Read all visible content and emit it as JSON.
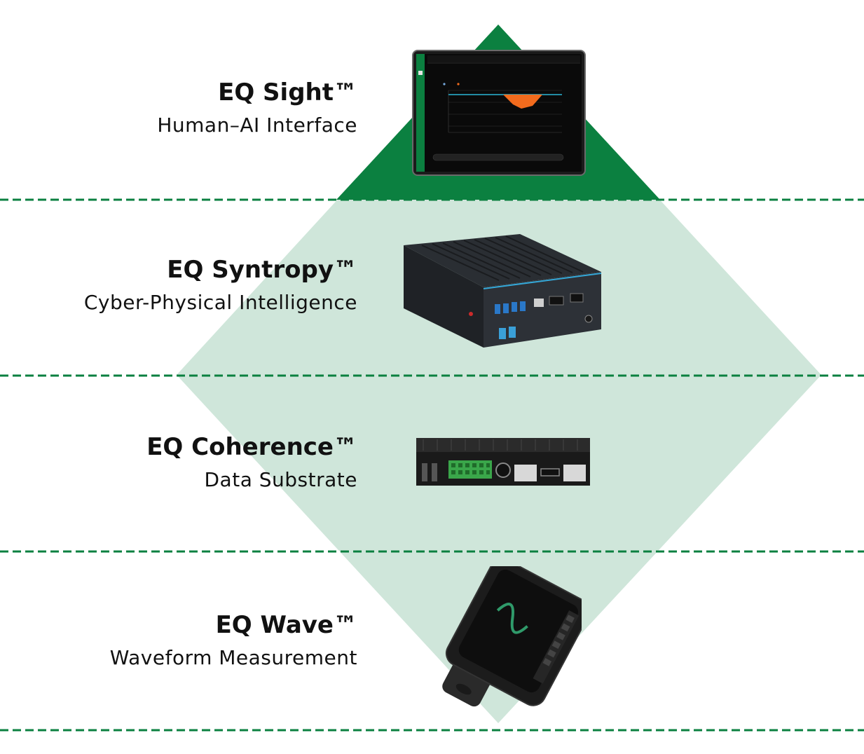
{
  "colors": {
    "primary_green": "#0b8040",
    "light_green": "#cfe6da",
    "divider_green": "#0b8040",
    "text": "#111111"
  },
  "layers": [
    {
      "title": "EQ Sight™",
      "subtitle": "Human–AI Interface",
      "image": "tablet-dashboard"
    },
    {
      "title": "EQ Syntropy™",
      "subtitle": "Cyber-Physical Intelligence",
      "image": "industrial-pc"
    },
    {
      "title": "EQ Coherence™",
      "subtitle": "Data Substrate",
      "image": "edge-gateway"
    },
    {
      "title": "EQ Wave™",
      "subtitle": "Waveform Measurement",
      "image": "power-meter"
    }
  ]
}
